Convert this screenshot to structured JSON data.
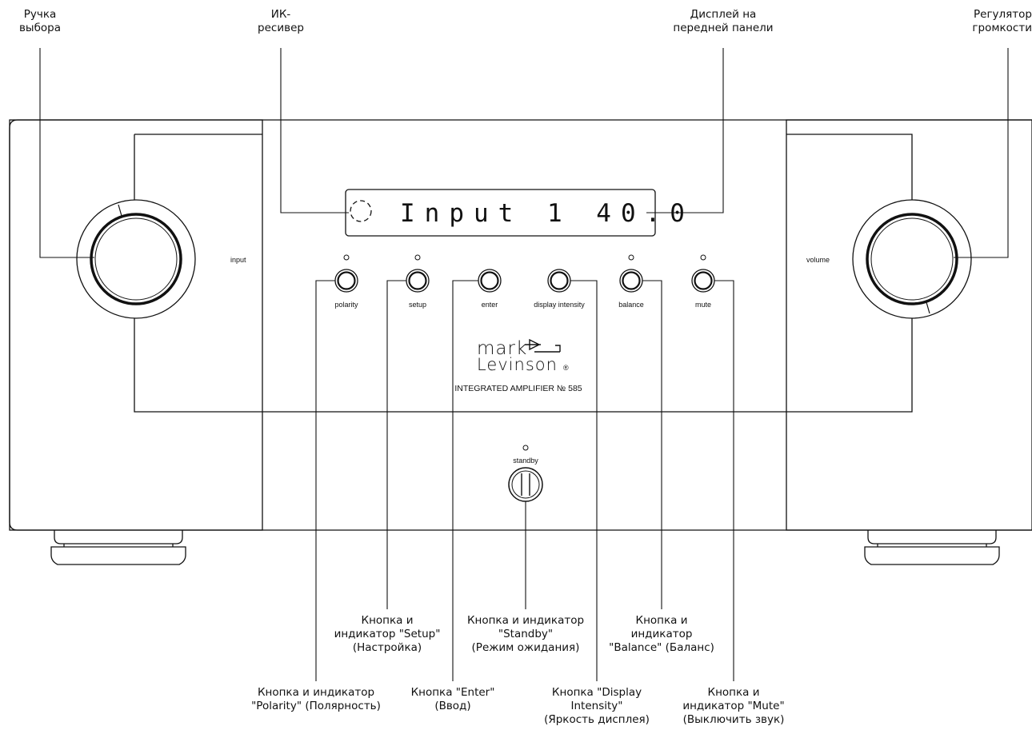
{
  "callouts": {
    "selector_knob": [
      "Ручка",
      "выбора"
    ],
    "ir_receiver": [
      "ИК-",
      "ресивер"
    ],
    "front_display": [
      "Дисплей на",
      "передней панели"
    ],
    "volume_control": [
      "Регулятор",
      "громкости"
    ],
    "setup": [
      "Кнопка и",
      "индикатор \"Setup\"",
      "(Настройка)"
    ],
    "standby": [
      "Кнопка и индикатор",
      "\"Standby\"",
      "(Режим ожидания)"
    ],
    "balance": [
      "Кнопка и",
      "индикатор",
      "\"Balance\" (Баланс)"
    ],
    "polarity": [
      "Кнопка и индикатор",
      "\"Polarity\" (Полярность)"
    ],
    "enter": [
      "Кнопка \"Enter\"",
      "(Ввод)"
    ],
    "display_intensity": [
      "Кнопка \"Display",
      "Intensity\"",
      "(Яркость дисплея)"
    ],
    "mute": [
      "Кнопка и",
      "индикатор \"Mute\"",
      "(Выключить звук)"
    ]
  },
  "panel": {
    "display_text": "Input 1 40.0",
    "knob_left_label": "input",
    "knob_right_label": "volume",
    "button_labels": {
      "polarity": "polarity",
      "setup": "setup",
      "enter": "enter",
      "display_intensity": "display intensity",
      "balance": "balance",
      "mute": "mute",
      "standby": "standby"
    },
    "logo_line1": "mark",
    "logo_line2": "Levinson",
    "logo_mark": "®",
    "model_text": "INTEGRATED AMPLIFIER № 585"
  },
  "colors": {
    "line": "#111111",
    "background": "#ffffff"
  }
}
